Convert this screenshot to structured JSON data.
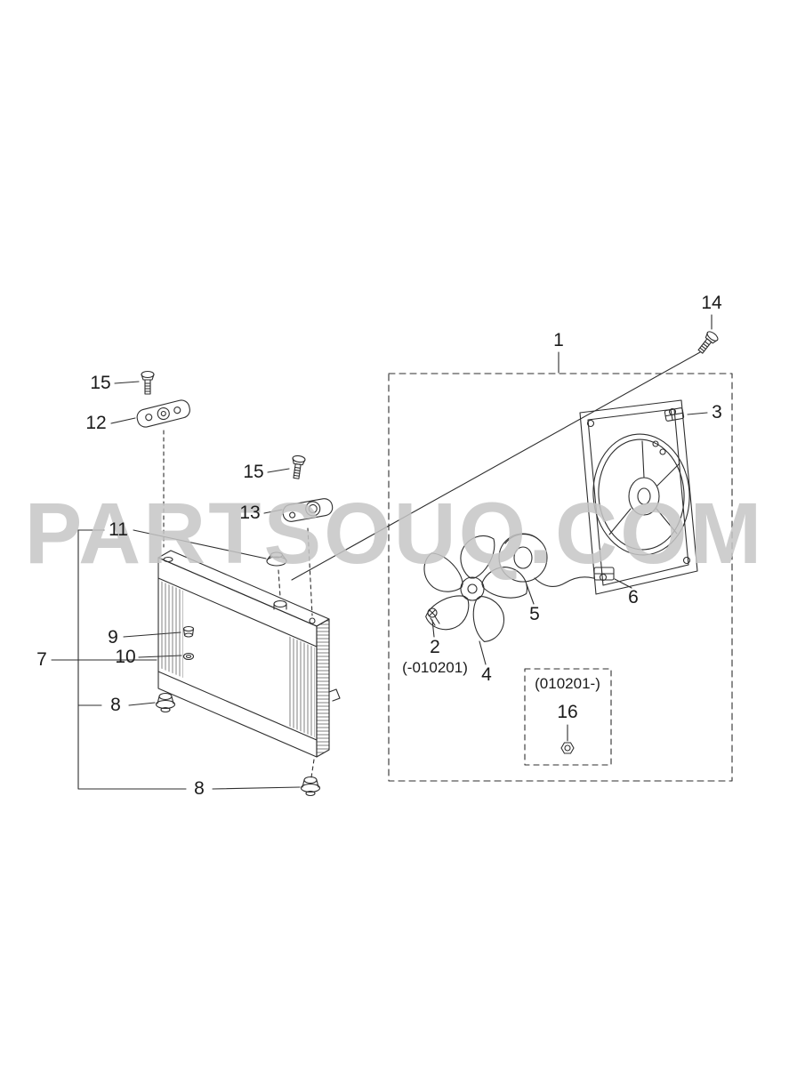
{
  "watermark": "PARTSOUQ.COM",
  "callouts": {
    "c1": "1",
    "c2": "2",
    "c2_note": "(-010201)",
    "c3": "3",
    "c4": "4",
    "c5": "5",
    "c6": "6",
    "c7": "7",
    "c8_left": "8",
    "c8_bottom": "8",
    "c9": "9",
    "c10": "10",
    "c11": "11",
    "c12": "12",
    "c13": "13",
    "c14": "14",
    "c15_left": "15",
    "c15_mid": "15",
    "c16": "16",
    "c16_note": "(010201-)"
  }
}
